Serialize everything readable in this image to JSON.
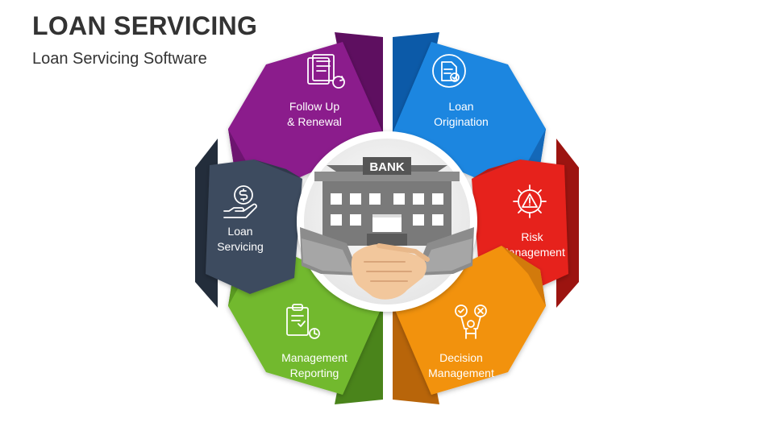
{
  "header": {
    "title": "LOAN SERVICING",
    "subtitle": "Loan Servicing Software"
  },
  "center": {
    "bank_sign": "BANK"
  },
  "segments": [
    {
      "id": "follow-up",
      "line1": "Follow Up",
      "line2": "& Renewal",
      "color": "#8B1C8C",
      "dark": "#5E0F60",
      "icon": "document-refresh-icon"
    },
    {
      "id": "loan-origination",
      "line1": "Loan",
      "line2": "Origination",
      "color": "#1B86E0",
      "dark": "#0C5AA8",
      "icon": "document-check-icon"
    },
    {
      "id": "risk-management",
      "line1": "Risk",
      "line2": "Management",
      "color": "#E6241B",
      "dark": "#9C1410",
      "icon": "warning-gear-icon"
    },
    {
      "id": "decision-management",
      "line1": "Decision",
      "line2": "Management",
      "color": "#F2920F",
      "dark": "#B8650A",
      "icon": "decision-person-icon"
    },
    {
      "id": "management-reporting",
      "line1": "Management",
      "line2": "Reporting",
      "color": "#72B92E",
      "dark": "#4A841B",
      "icon": "clipboard-report-icon"
    },
    {
      "id": "loan-servicing",
      "line1": "Loan",
      "line2": "Servicing",
      "color": "#3E4C5E",
      "dark": "#232D3B",
      "icon": "hand-dollar-icon"
    }
  ]
}
